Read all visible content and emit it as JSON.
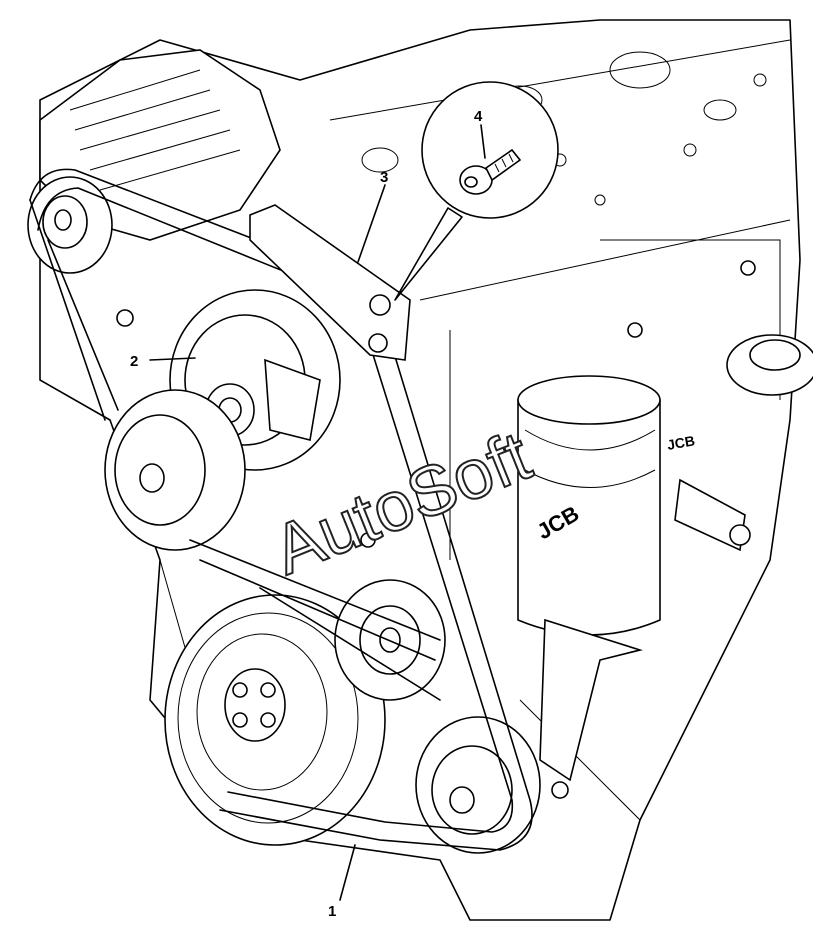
{
  "callouts": [
    {
      "id": "1",
      "label": "1"
    },
    {
      "id": "2",
      "label": "2"
    },
    {
      "id": "3",
      "label": "3"
    },
    {
      "id": "4",
      "label": "4"
    }
  ],
  "watermark": "AutoSoft",
  "brand_marks": [
    "JCB",
    "JCB"
  ]
}
